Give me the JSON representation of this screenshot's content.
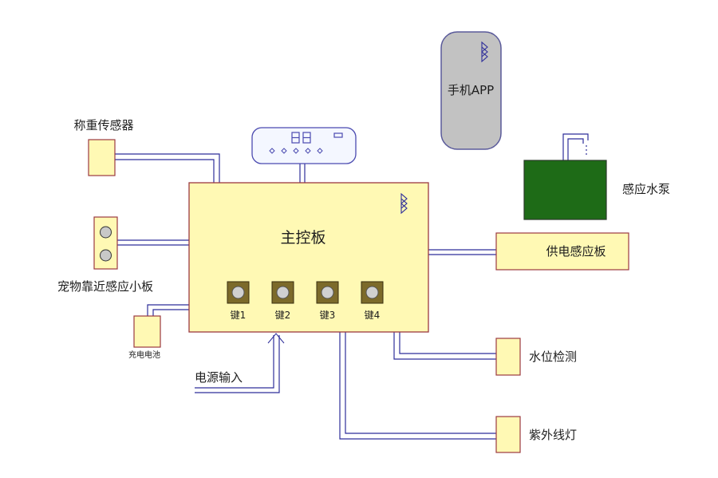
{
  "colors": {
    "box_fill": "#FFF9B4",
    "box_border": "#9B3A40",
    "wire": "#2E2E9A",
    "text": "#1E1E1E",
    "phone_fill": "#C2C2C2",
    "phone_border": "#5A5A9A",
    "pump_fill": "#1E6B17",
    "pump_border": "#2A3A2A",
    "panel_fill": "#F4F7FF",
    "panel_border": "#4A4AB0",
    "key_outer": "#7C6A2A",
    "key_inner": "#D0D0D0"
  },
  "main_board": {
    "label": "主控板",
    "bluetooth_icon": "bluetooth-icon"
  },
  "keys": [
    {
      "label": "键1"
    },
    {
      "label": "键2"
    },
    {
      "label": "键3"
    },
    {
      "label": "键4"
    }
  ],
  "phone": {
    "label": "手机APP",
    "bluetooth_icon": "bluetooth-icon"
  },
  "pump": {
    "label": "感应水泵"
  },
  "weight_sensor": {
    "label": "称重传感器"
  },
  "proximity_board": {
    "label": "宠物靠近感应小板"
  },
  "battery": {
    "label": "充电电池"
  },
  "power_input": {
    "label": "电源输入"
  },
  "power_sense_board": {
    "label": "供电感应板"
  },
  "water_level": {
    "label": "水位检测"
  },
  "uv_lamp": {
    "label": "紫外线灯"
  },
  "display_panel": {
    "digits": "88",
    "buttons_count": 5
  }
}
